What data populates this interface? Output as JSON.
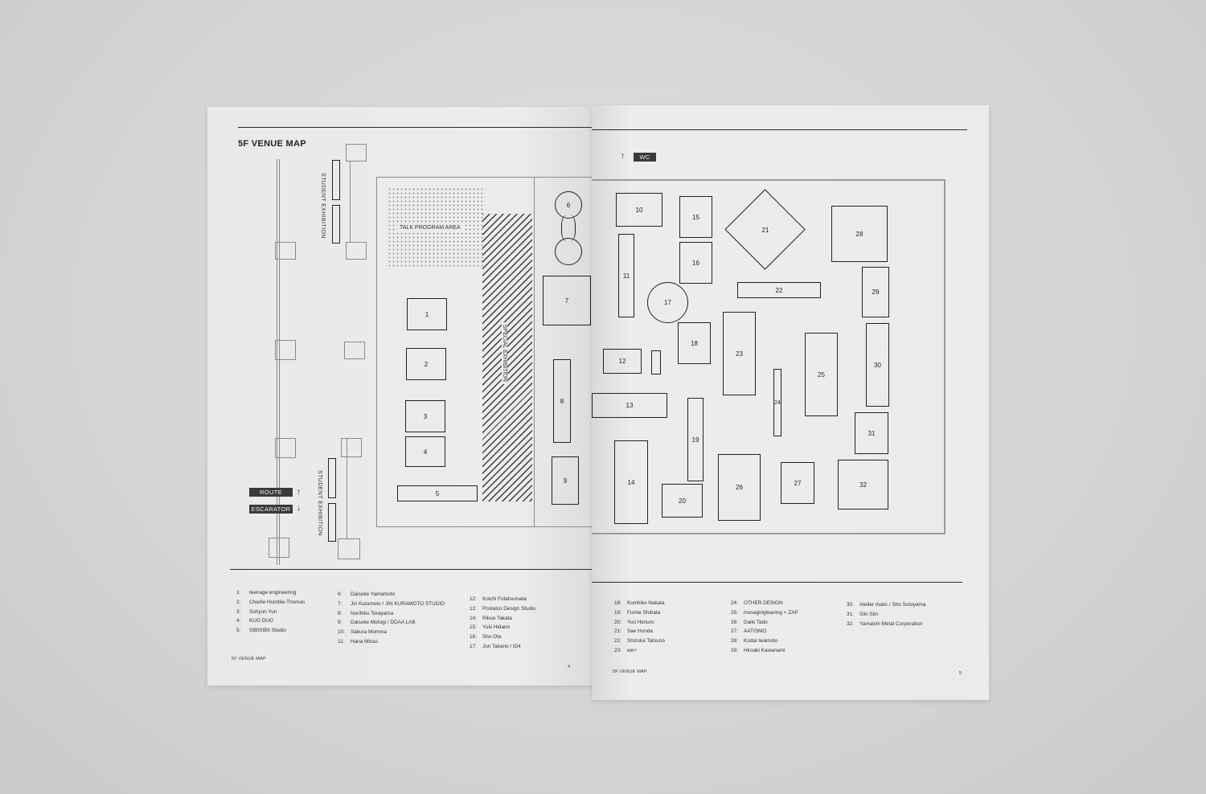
{
  "map_title": "5F VENUE MAP",
  "wc_label": "WC",
  "route_label": "ROUTE",
  "escalator_label": "ESCARATOR",
  "student_exhibition": "STUDENT EXHIBITION",
  "talk_program_area": "TALK PROGRAM AREA",
  "special_exhibition": "SPECIAL EXHIBITION",
  "booths": [
    "1",
    "2",
    "3",
    "4",
    "5",
    "6",
    "7",
    "8",
    "9",
    "10",
    "11",
    "12",
    "13",
    "14",
    "15",
    "16",
    "17",
    "18",
    "19",
    "20",
    "21",
    "22",
    "23",
    "24",
    "25",
    "26",
    "27",
    "28",
    "29",
    "30",
    "31",
    "32"
  ],
  "legend": {
    "col1": [
      {
        "n": "1:",
        "name": "teenage engineering"
      },
      {
        "n": "2:",
        "name": "Charlie Humble-Thomas"
      },
      {
        "n": "3:",
        "name": "Sohyun Yun"
      },
      {
        "n": "4:",
        "name": "KUO DUO"
      },
      {
        "n": "5:",
        "name": "SIBISIBII Studio"
      }
    ],
    "col2": [
      {
        "n": "6:",
        "name": "Daisuke Yamamoto"
      },
      {
        "n": "7:",
        "name": "Jin Kuramoto / JIN KURAMOTO STUDIO"
      },
      {
        "n": "8:",
        "name": "Norihiko Terayama"
      },
      {
        "n": "9:",
        "name": "Daisuke Motogi / DDAA LAB"
      },
      {
        "n": "10:",
        "name": "Sakura Momma"
      },
      {
        "n": "11:",
        "name": "Hana Mitsui"
      }
    ],
    "col3": [
      {
        "n": "12:",
        "name": "Koichi Futatsumata"
      },
      {
        "n": "13:",
        "name": "Postalco Design Studio"
      },
      {
        "n": "14:",
        "name": "Rikuo Takata"
      },
      {
        "n": "15:",
        "name": "Yuki Hidano"
      },
      {
        "n": "16:",
        "name": "Sho Ota"
      },
      {
        "n": "17:",
        "name": "Jun Takano / ID4"
      }
    ],
    "col4": [
      {
        "n": "18:",
        "name": "Kunihiko Nakata"
      },
      {
        "n": "19:",
        "name": "Fumie Shibata"
      },
      {
        "n": "20:",
        "name": "Yuri Himuro"
      },
      {
        "n": "21:",
        "name": "Sae Honda"
      },
      {
        "n": "22:",
        "name": "Shizuka Tatsuno"
      },
      {
        "n": "23:",
        "name": "we+"
      }
    ],
    "col5": [
      {
        "n": "24:",
        "name": "OTHER DESIGN"
      },
      {
        "n": "25:",
        "name": "mesagingleaving × ZAP"
      },
      {
        "n": "26:",
        "name": "Daiki Tado"
      },
      {
        "n": "27:",
        "name": "AATISMO"
      },
      {
        "n": "28:",
        "name": "Kodai Iwamoto"
      },
      {
        "n": "29:",
        "name": "Hiroaki Kawanami"
      }
    ],
    "col6": [
      {
        "n": "30:",
        "name": "Atelier matic / Sho Sotoyama"
      },
      {
        "n": "31:",
        "name": "Siin Siin"
      },
      {
        "n": "32:",
        "name": "Yamaichi Metal Corporation"
      }
    ]
  },
  "footer_left": "5F VENUE MAP",
  "page_left": "4",
  "footer_right": "5F VENUE MAP",
  "page_right": "5"
}
